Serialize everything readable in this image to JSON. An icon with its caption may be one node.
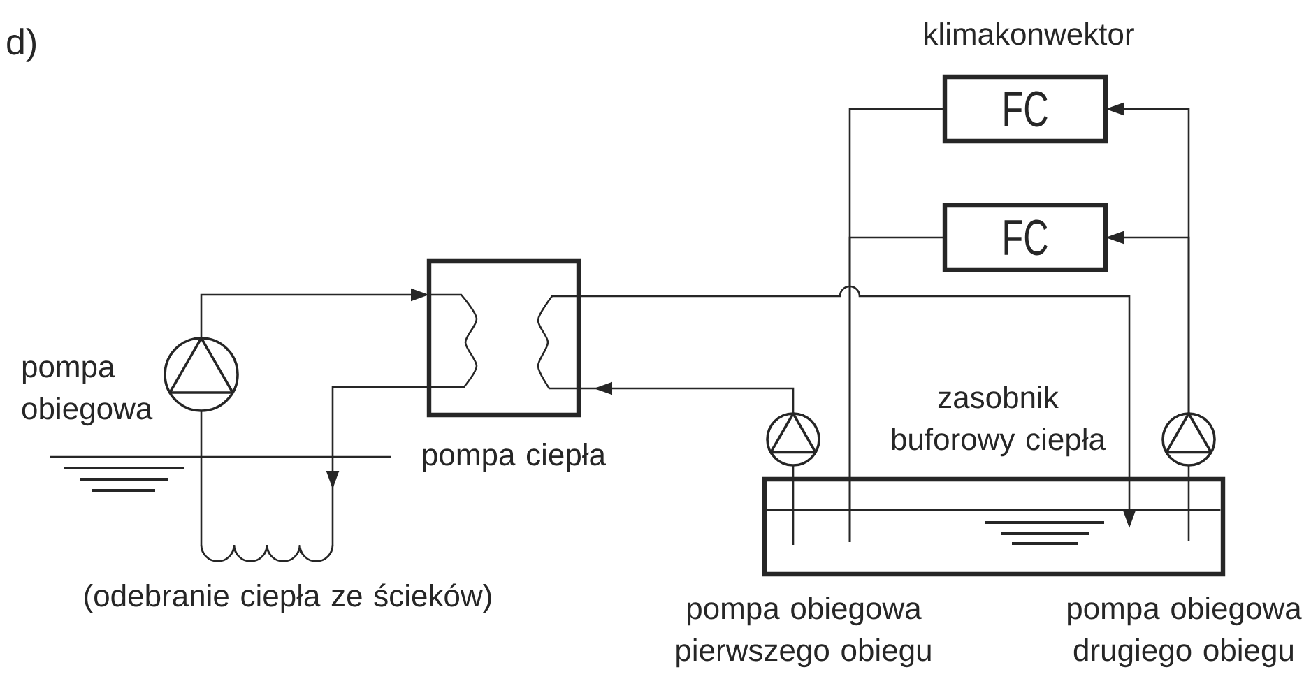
{
  "diagram": {
    "nodes": [
      {
        "text": [],
        "shape": "circle",
        "beside": [
          "pompa obiegowa"
        ]
      },
      {
        "text": [
          "pompa ciepła"
        ]
      },
      {
        "text": [
          "FC"
        ],
        "beside": [
          "klimakonwektor"
        ]
      },
      {
        "text": [
          "FC"
        ]
      },
      {
        "text": [
          "zasobnik buforowy ciepła"
        ]
      },
      {
        "text": [],
        "shape": "circle"
      },
      {
        "text": [],
        "shape": "circle"
      },
      {
        "text": [
          "(odebranie ciepła ze ścieków)"
        ]
      }
    ],
    "edges": [
      {
        "from": 0,
        "to": 1,
        "arrow": "to"
      },
      {
        "from": 1,
        "to": 7,
        "arrow": "to"
      },
      {
        "from": 7,
        "to": 0,
        "arrow": "none"
      },
      {
        "from": 1,
        "to": 4,
        "arrow": "to"
      },
      {
        "from": 5,
        "to": 1,
        "arrow": "to"
      },
      {
        "from": 4,
        "to": 5,
        "arrow": "none"
      },
      {
        "from": 2,
        "to": 4,
        "arrow": "none"
      },
      {
        "from": 3,
        "to": 4,
        "arrow": "none"
      },
      {
        "from": 4,
        "to": 6,
        "arrow": "none"
      },
      {
        "from": 6,
        "to": 2,
        "arrow": "to"
      },
      {
        "from": 6,
        "to": 3,
        "arrow": "to"
      }
    ],
    "labels": [
      "d)",
      "pompa obiegowa pierwszego obiegu",
      "pompa obiegowa drugiego obiegu"
    ]
  }
}
